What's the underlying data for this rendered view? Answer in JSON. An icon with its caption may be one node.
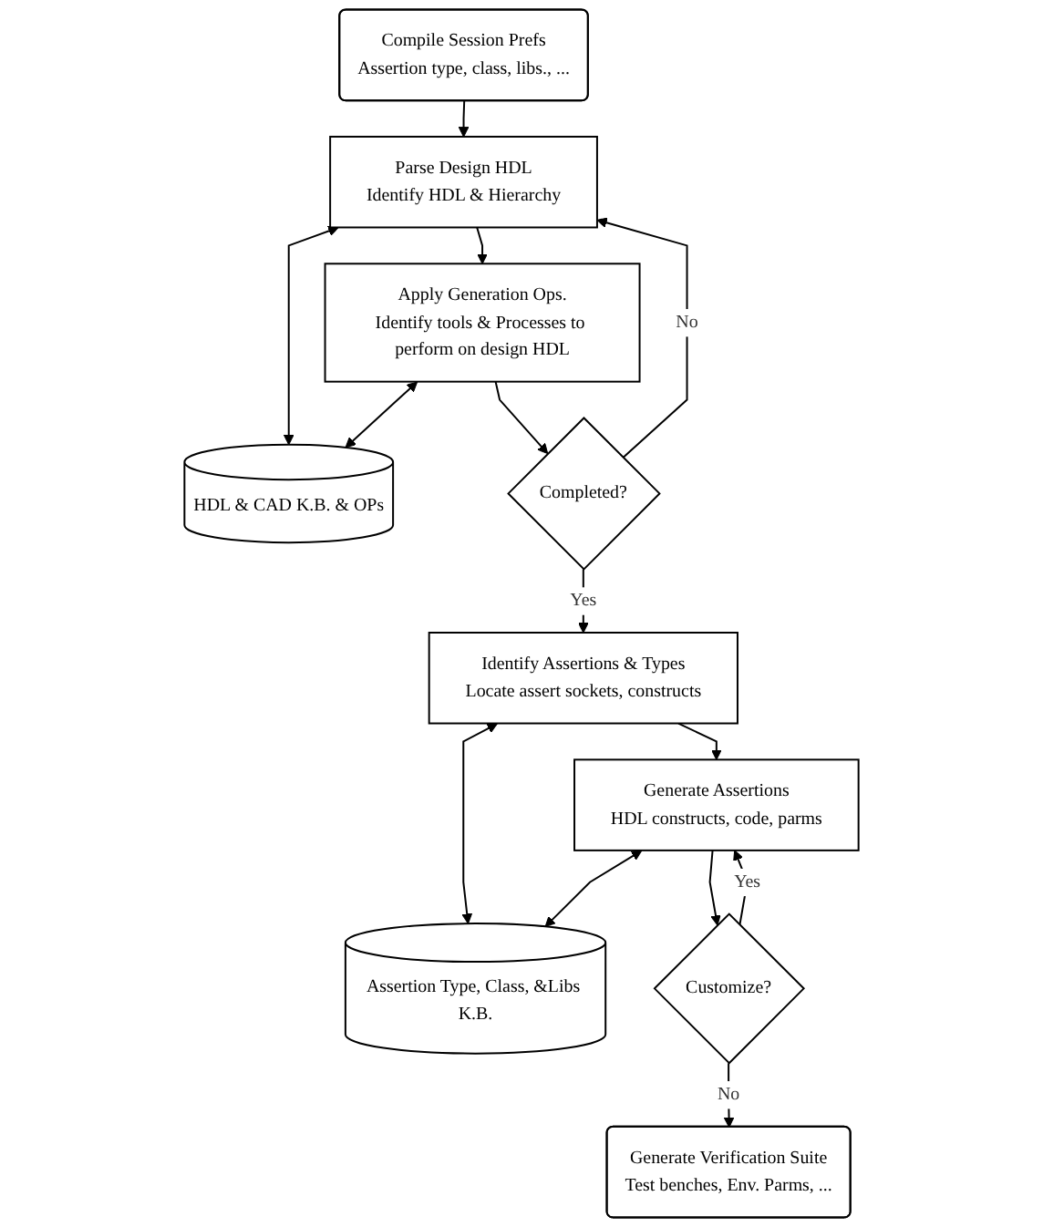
{
  "diagram": {
    "nodes": [
      {
        "text": [
          "Compile Session Prefs",
          "Assertion type, class, libs., ..."
        ]
      },
      {
        "text": [
          "Parse Design HDL",
          "Identify HDL & Hierarchy"
        ]
      },
      {
        "text": [
          "HDL & CAD K.B. & OPs"
        ]
      },
      {
        "text": [
          "Apply Generation Ops.",
          "Identify tools & Processes to perform on design HDL"
        ]
      },
      {
        "text": [
          "Completed?"
        ]
      },
      {
        "text": [
          "Identify Assertions & Types",
          "Locate assert sockets, constructs"
        ]
      },
      {
        "text": [
          "Assertion Type, Class, &Libs K.B."
        ]
      },
      {
        "text": [
          "Generate Assertions",
          "HDL constructs, code, parms"
        ]
      },
      {
        "text": [
          "Customize?"
        ]
      },
      {
        "text": [
          "Generate Verification Suite",
          "Test benches, Env. Parms, ..."
        ]
      }
    ],
    "edges": [
      {
        "from": 0,
        "to": 1,
        "arrow": "to"
      },
      {
        "from": 1,
        "to": 2,
        "arrow": "both"
      },
      {
        "from": 1,
        "to": 3,
        "arrow": "to"
      },
      {
        "from": 3,
        "to": 2,
        "arrow": "both"
      },
      {
        "from": 3,
        "to": 4,
        "arrow": "to"
      },
      {
        "from": 4,
        "to": 1,
        "label": "No",
        "arrow": "to"
      },
      {
        "from": 4,
        "to": 5,
        "label": "Yes",
        "arrow": "to"
      },
      {
        "from": 5,
        "to": 6,
        "arrow": "both"
      },
      {
        "from": 5,
        "to": 7,
        "arrow": "to"
      },
      {
        "from": 7,
        "to": 6,
        "arrow": "both"
      },
      {
        "from": 7,
        "to": 8,
        "arrow": "to"
      },
      {
        "from": 8,
        "to": 7,
        "label": "Yes",
        "arrow": "to"
      },
      {
        "from": 8,
        "to": 9,
        "label": "No",
        "arrow": "to"
      }
    ]
  }
}
